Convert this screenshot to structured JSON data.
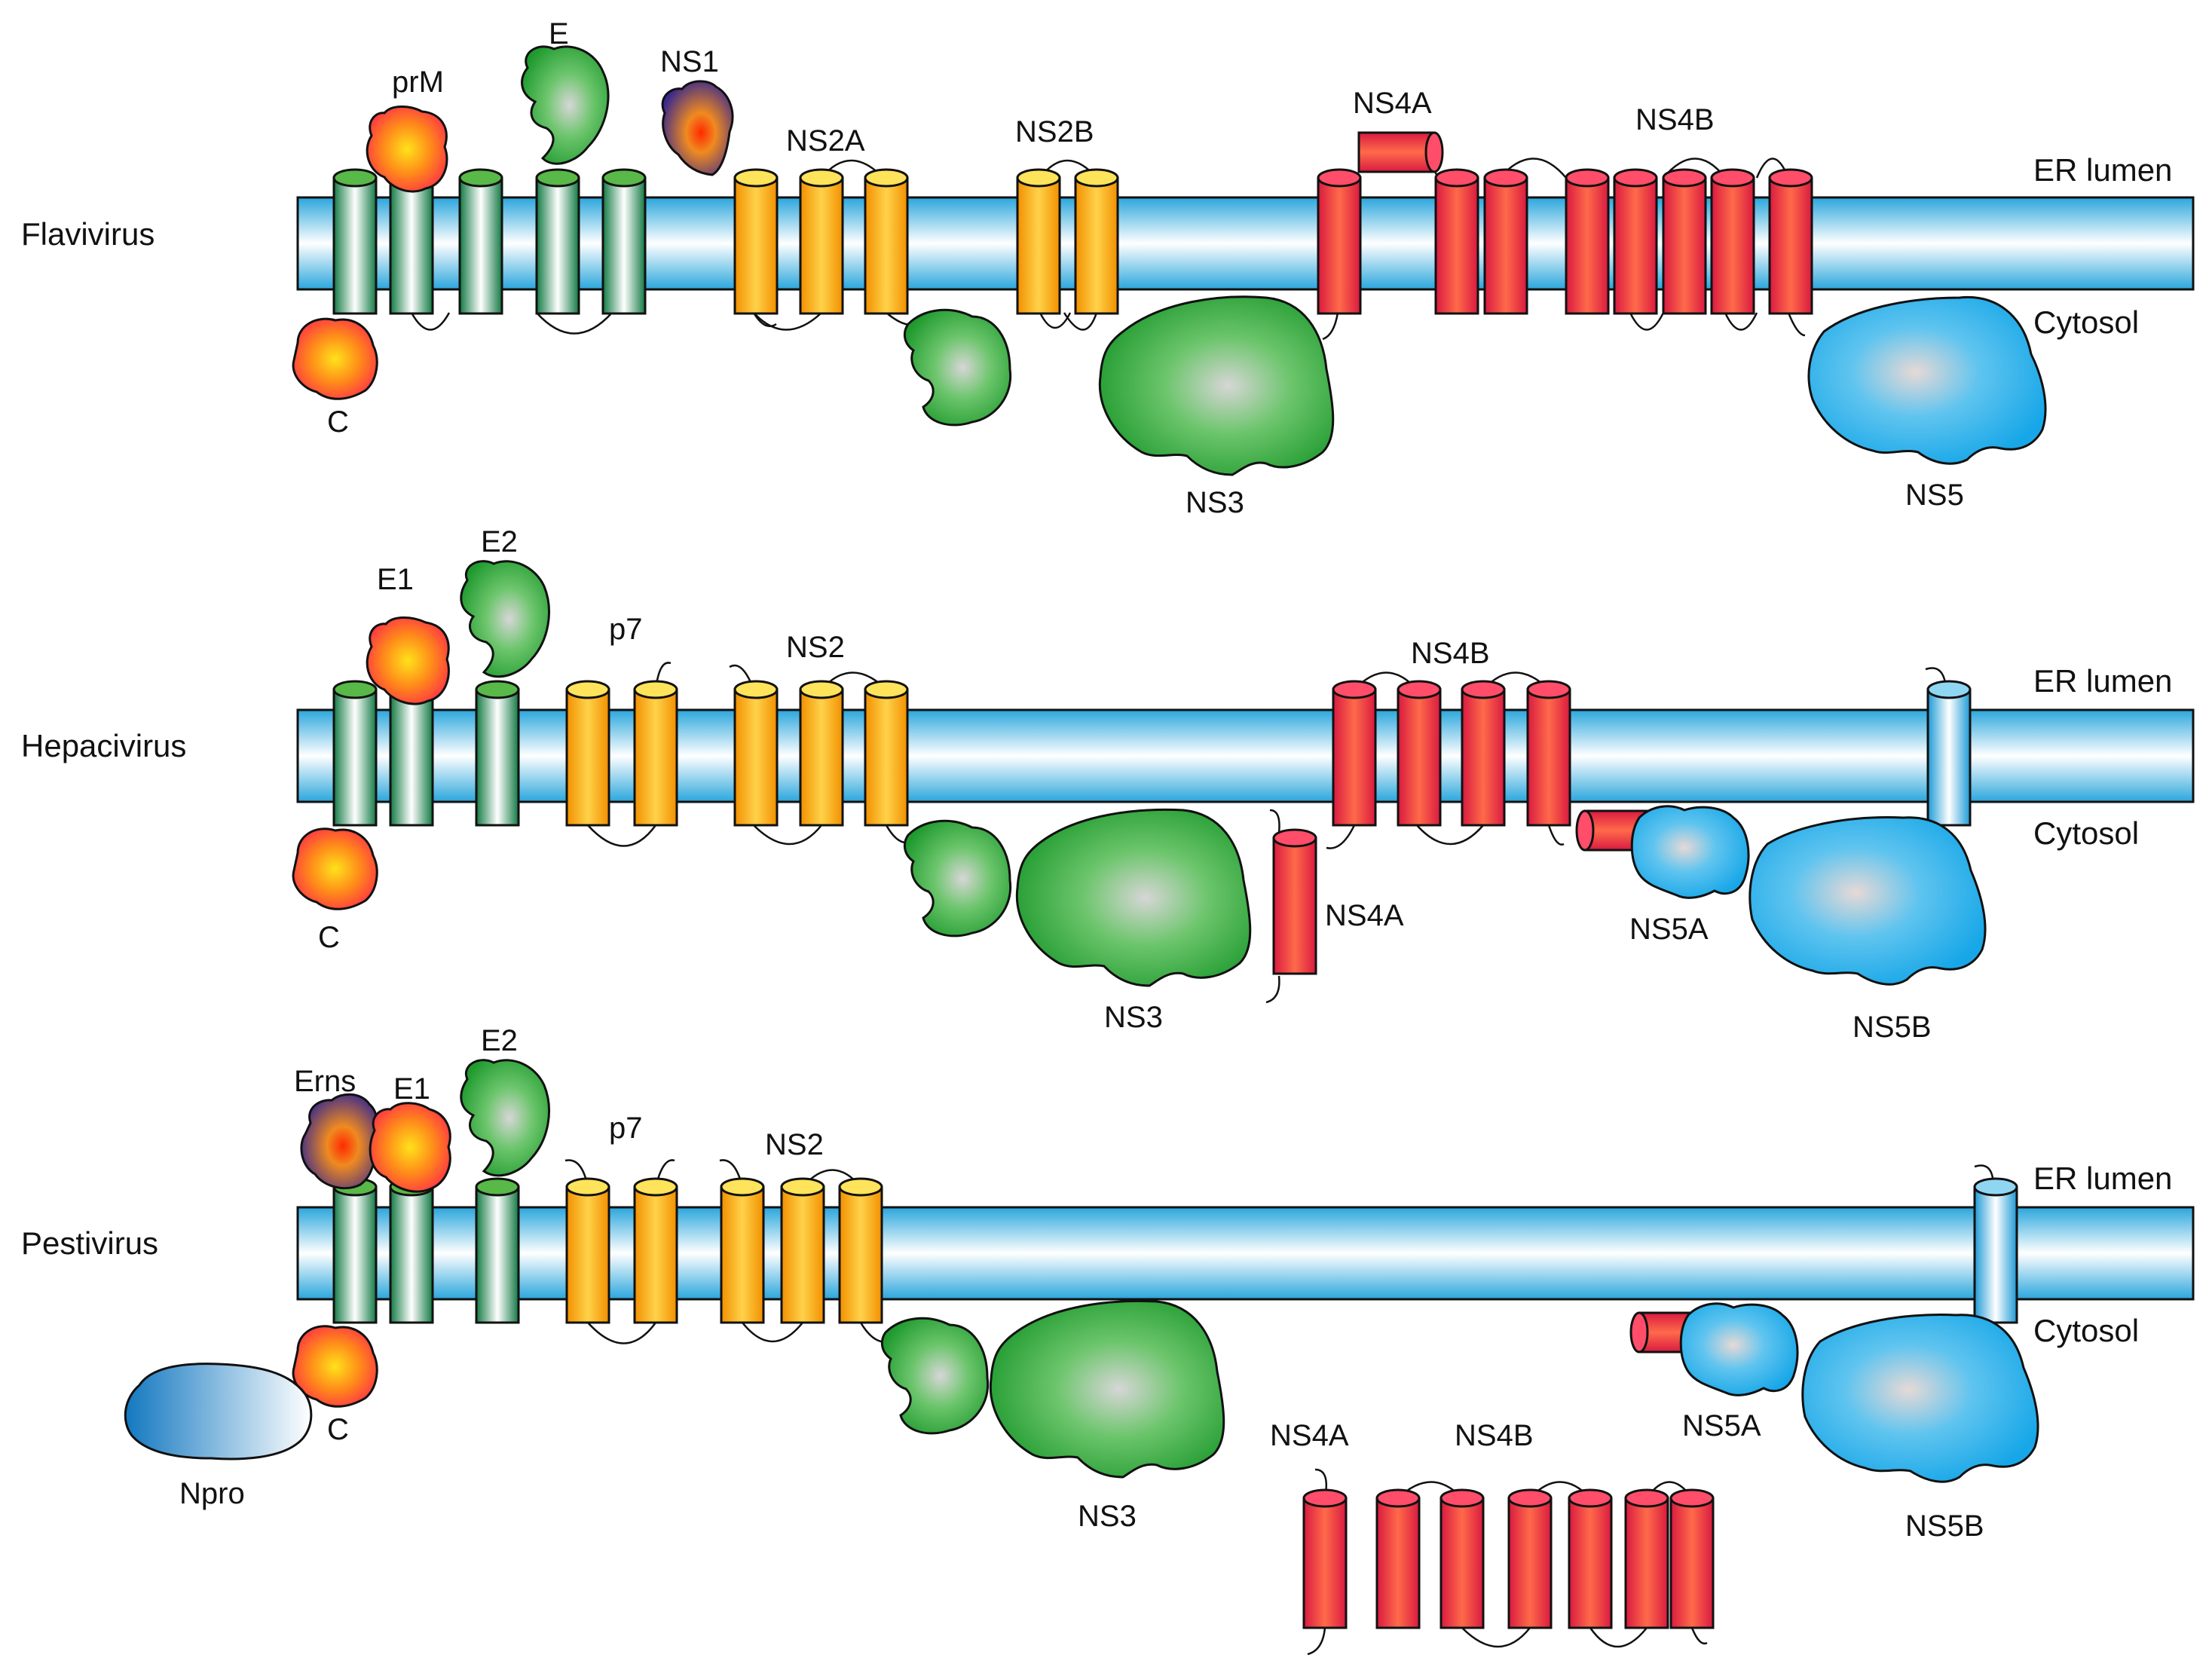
{
  "colors": {
    "membrane_edge": "#1f6a8c",
    "membrane_mid": "#ffffff",
    "membrane_dark": "#2aa6dc",
    "green_helix": "#1e9a55",
    "yellow_helix": "#f5a300",
    "red_helix": "#e3214f",
    "blue_helix": "#3ab6e6",
    "green_protein": "#1f9a2e",
    "blue_protein": "#17a7e8",
    "orange_protein": "#ff3b3b",
    "purple_protein": "#3b2a8c"
  },
  "rows": [
    {
      "name": "Flavivirus",
      "er_label": "ER lumen",
      "cyto_label": "Cytosol",
      "labels": {
        "prm": "prM",
        "e": "E",
        "ns1": "NS1",
        "ns2a": "NS2A",
        "ns2b": "NS2B",
        "ns4a": "NS4A",
        "ns4b": "NS4B",
        "c": "C",
        "ns3": "NS3",
        "ns5": "NS5"
      }
    },
    {
      "name": "Hepacivirus",
      "er_label": "ER lumen",
      "cyto_label": "Cytosol",
      "labels": {
        "e1": "E1",
        "e2": "E2",
        "p7": "p7",
        "ns2": "NS2",
        "ns4b": "NS4B",
        "c": "C",
        "ns4a": "NS4A",
        "ns3": "NS3",
        "ns5a": "NS5A",
        "ns5b": "NS5B"
      }
    },
    {
      "name": "Pestivirus",
      "er_label": "ER lumen",
      "cyto_label": "Cytosol",
      "labels": {
        "erns": "Erns",
        "e1": "E1",
        "e2": "E2",
        "p7": "p7",
        "ns2": "NS2",
        "c": "C",
        "npro": "Npro",
        "ns3": "NS3",
        "ns4a": "NS4A",
        "ns4b": "NS4B",
        "ns5a": "NS5A",
        "ns5b": "NS5B"
      }
    }
  ]
}
